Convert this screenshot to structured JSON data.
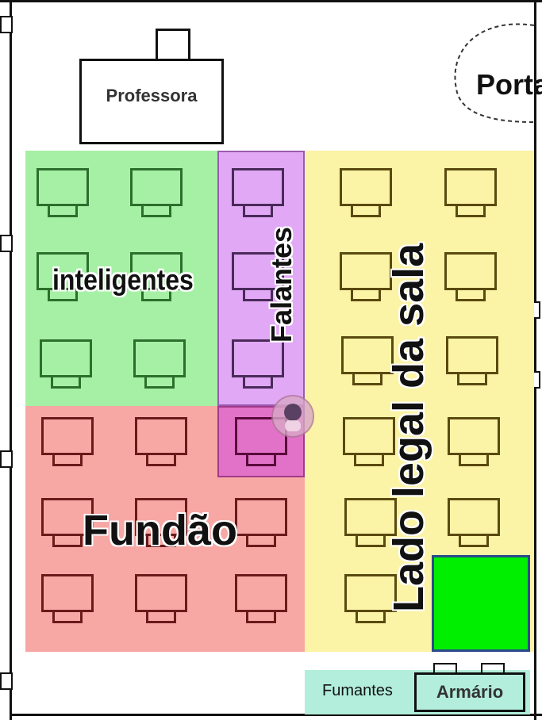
{
  "room": {
    "teacher_label": "Professora",
    "door_label": "Porta",
    "smokers_label": "Fumantes",
    "closet_label": "Armário"
  },
  "zones": [
    {
      "name": "inteligentes",
      "label": "inteligentes",
      "color": "#a6f0a6"
    },
    {
      "name": "falantes",
      "label": "Falantes",
      "color": "#e1a8f5"
    },
    {
      "name": "fundao",
      "label": "Fundão",
      "color": "#f7a8a4"
    },
    {
      "name": "lado-legal",
      "label": "Lado legal da sala",
      "color": "#fbf3a6"
    }
  ],
  "colors": {
    "green_zone": "#a6f0a6",
    "purple_zone": "#e1a8f5",
    "red_zone": "#f7a8a4",
    "yellow_zone": "#fbf3a6",
    "magenta_overlap": "#e272c8",
    "bright_green_box": "#00ee00",
    "teal_zone": "#b2eedb"
  },
  "icons": {
    "sticker": "avatar-sticker-icon"
  }
}
